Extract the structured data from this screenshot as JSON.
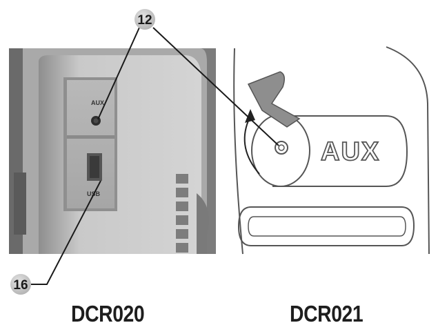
{
  "callouts": {
    "c12": "12",
    "c16": "16"
  },
  "left_panel": {
    "aux_label": "AUX",
    "usb_label": "USB",
    "caption": "DCR020"
  },
  "right_panel": {
    "aux_label": "AUX",
    "caption": "DCR021"
  }
}
